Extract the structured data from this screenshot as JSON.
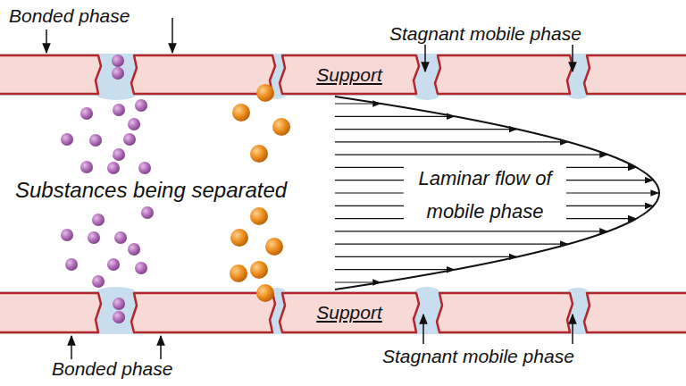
{
  "diagram": {
    "nodes": [
      {
        "text": [
          "Support"
        ]
      },
      {
        "text": [
          "Support"
        ]
      }
    ],
    "labels": [
      "Bonded phase",
      "Stagnant mobile phase",
      "Substances being separated",
      "Laminar flow of mobile phase",
      "Bonded phase",
      "Stagnant mobile phase"
    ]
  }
}
